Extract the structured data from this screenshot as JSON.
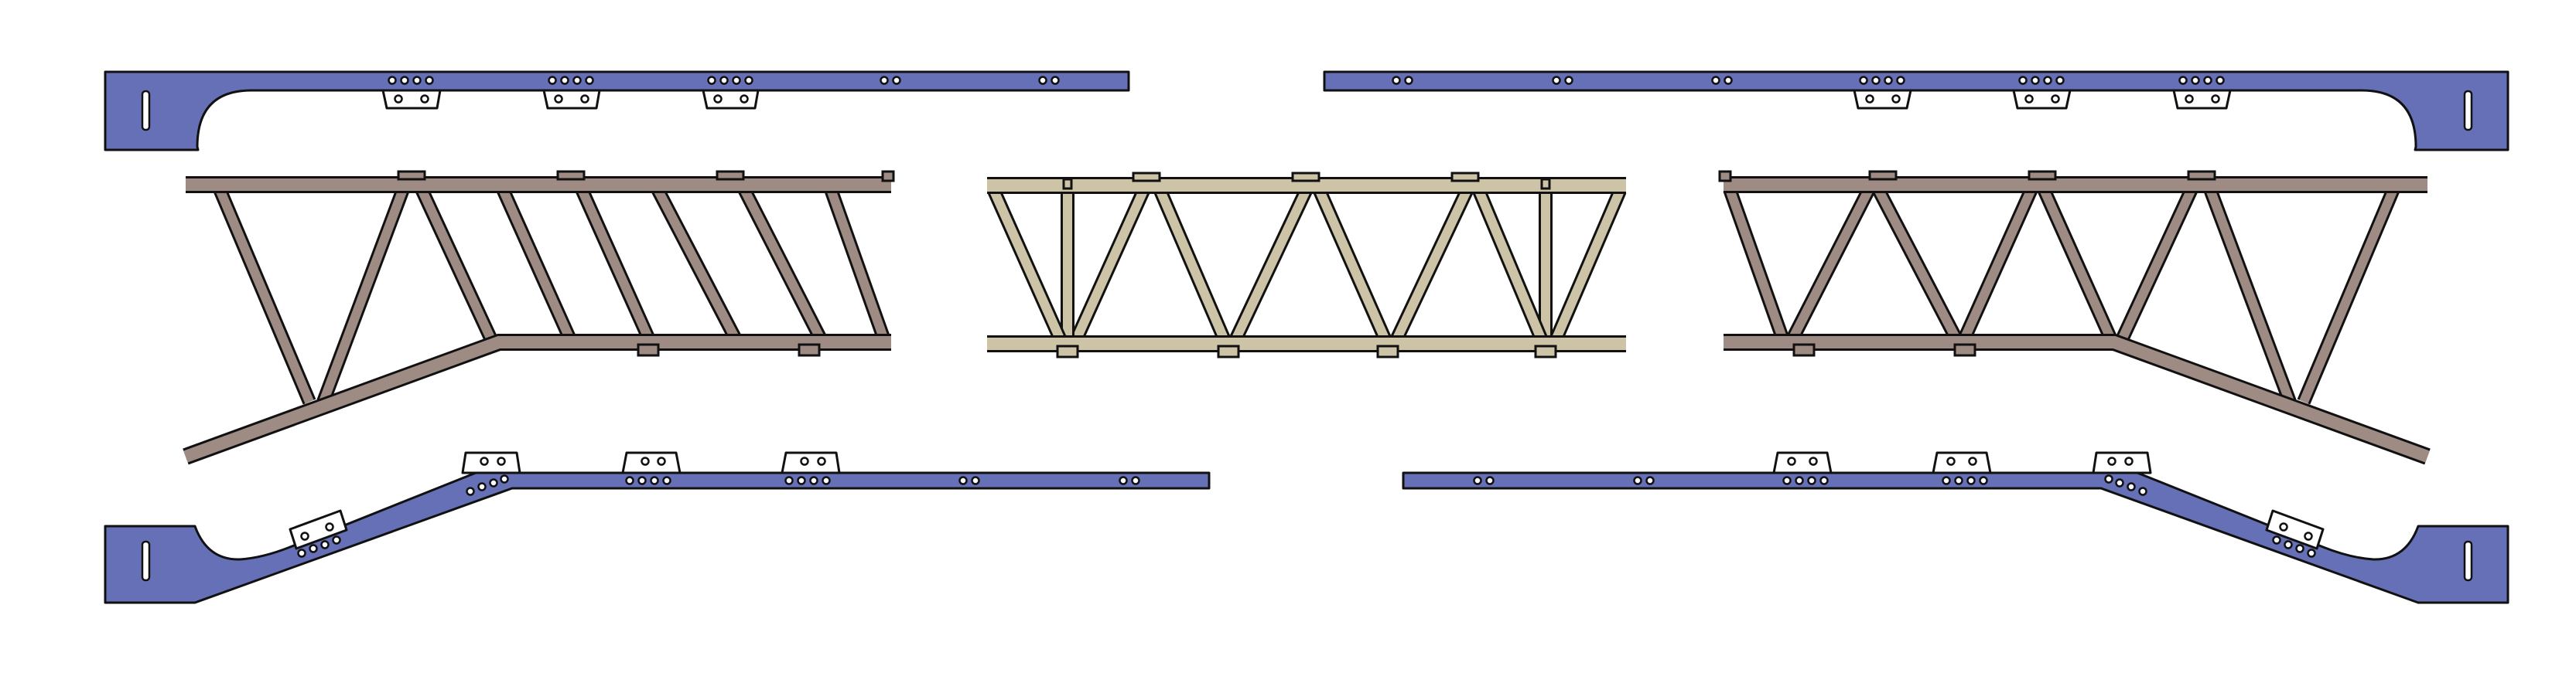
{
  "colors": {
    "chord_plate": "#6670b6",
    "truss_outer": "#9e8c84",
    "truss_center": "#cdc3a7",
    "bracket": "#ffffff",
    "outline": "#111111"
  },
  "parts": [
    {
      "name": "top-chord-plate-left",
      "kind": "chord plate",
      "holes": 16,
      "brackets": 3
    },
    {
      "name": "top-chord-plate-right",
      "kind": "chord plate",
      "holes": 18,
      "brackets": 3
    },
    {
      "name": "truss-left",
      "kind": "tapered truss",
      "color": "#9e8c84"
    },
    {
      "name": "truss-center",
      "kind": "straight truss",
      "color": "#cdc3a7"
    },
    {
      "name": "truss-right",
      "kind": "tapered truss",
      "color": "#9e8c84"
    },
    {
      "name": "bottom-chord-plate-left",
      "kind": "chord plate",
      "brackets": 4
    },
    {
      "name": "bottom-chord-plate-right",
      "kind": "chord plate",
      "brackets": 4
    }
  ]
}
